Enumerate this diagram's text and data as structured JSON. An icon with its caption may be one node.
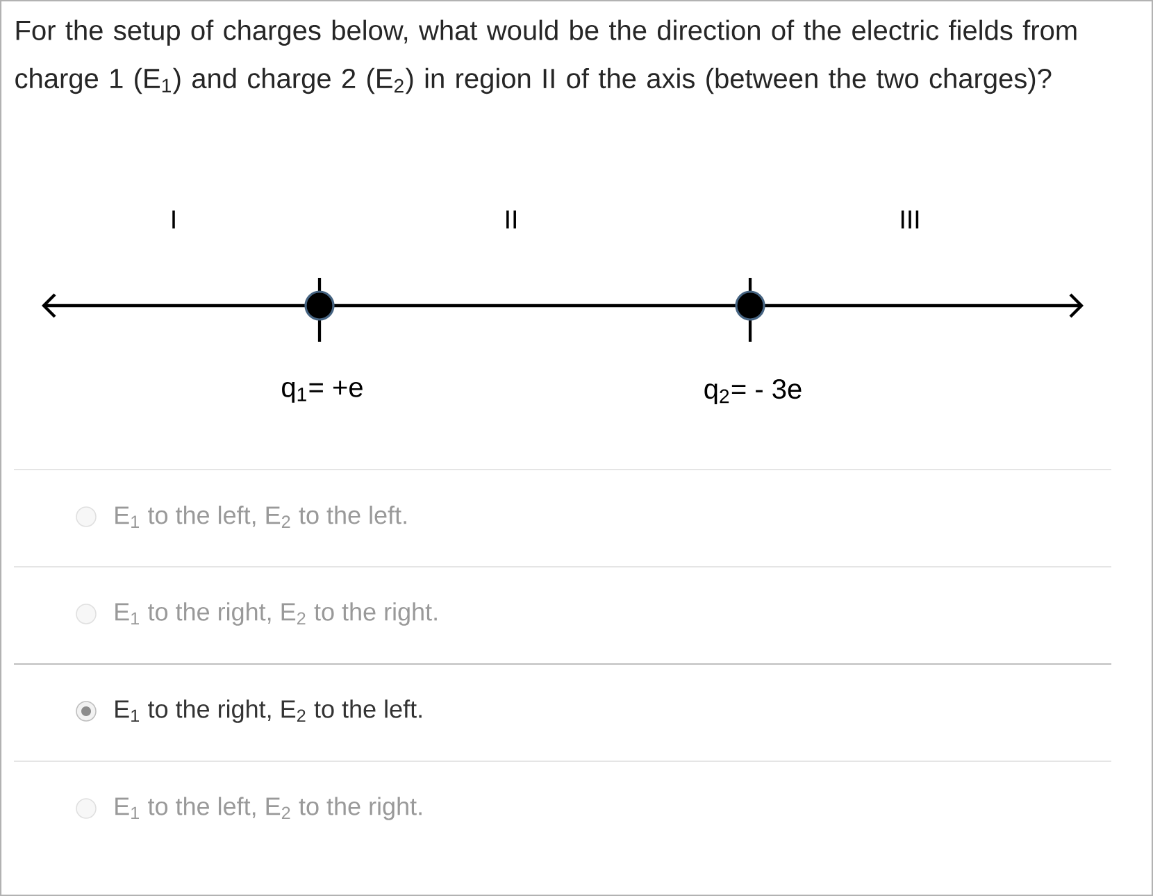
{
  "diagram": {
    "title": "For the setup of charges below, what would be the direction of the electric fields from charge 1 (E$_{1}$) and charge 2 (E$_{2}$) in region II of the axis (between the two charges)?",
    "nodes": [
      {
        "text": [],
        "shape": "circle",
        "beside": [
          "q$_{1}$= +e"
        ]
      },
      {
        "text": [],
        "shape": "circle",
        "beside": [
          "q$_{2}$= - 3e"
        ]
      }
    ],
    "labels": [
      "I",
      "II",
      "III",
      "E$_{1}$ to the left, E$_{2}$ to the left.",
      "E$_{1}$ to the right, E$_{2}$ to the right.",
      "E$_{1}$ to the right, E$_{2}$ to the left.",
      "E$_{1}$ to the left, E$_{2}$ to the right."
    ]
  }
}
